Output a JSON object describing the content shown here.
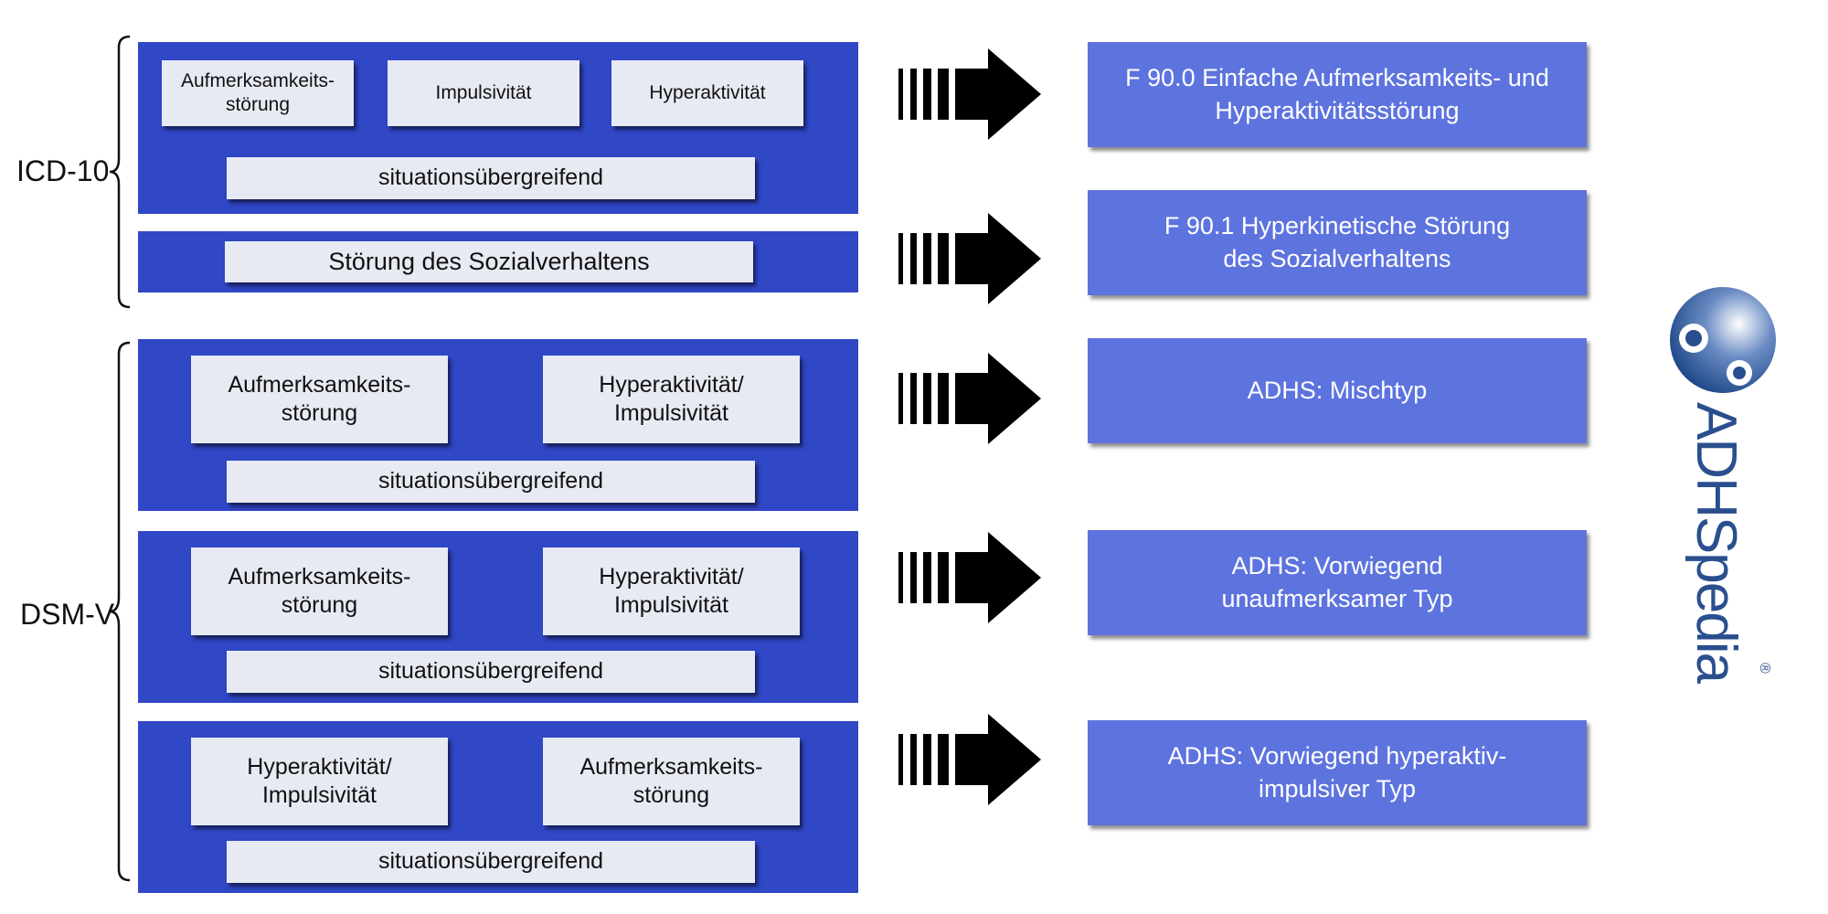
{
  "groups": {
    "icd": {
      "label": "ICD-10"
    },
    "dsm": {
      "label": "DSM-V"
    }
  },
  "icd_panels": {
    "combined": {
      "criteria": [
        "Aufmerksamkeits-\nstörung",
        "Impulsivität",
        "Hyperaktivität"
      ],
      "span": "situationsübergreifend"
    },
    "social": {
      "span": "Störung des Sozialverhaltens"
    }
  },
  "dsm_panels": [
    {
      "left": "Aufmerksamkeits-\nstörung",
      "right": "Hyperaktivität/\nImpulsivität",
      "span": "situationsübergreifend"
    },
    {
      "left": "Aufmerksamkeits-\nstörung",
      "right": "Hyperaktivität/\nImpulsivität",
      "span": "situationsübergreifend"
    },
    {
      "left": "Hyperaktivität/\nImpulsivität",
      "right": "Aufmerksamkeits-\nstörung",
      "span": "situationsübergreifend"
    }
  ],
  "results": [
    "F 90.0 Einfache Aufmerksamkeits- und\nHyperaktivitätsstörung",
    "F 90.1 Hyperkinetische Störung\ndes Sozialverhaltens",
    "ADHS: Mischtyp",
    "ADHS: Vorwiegend\nunaufmerksamer Typ",
    "ADHS: Vorwiegend hyperaktiv-\nimpulsiver Typ"
  ],
  "logo": {
    "text": "ADHSpedia",
    "registered": "®"
  },
  "colors": {
    "panel": "#3047c6",
    "criterion_box": "#e8eaf3",
    "result_box": "#5d73de",
    "logo": "#2a4f8e"
  },
  "icons": {
    "arrow": "striped-right-arrow-icon",
    "brace": "curly-brace-icon",
    "logo": "adhspedia-logo-icon"
  }
}
